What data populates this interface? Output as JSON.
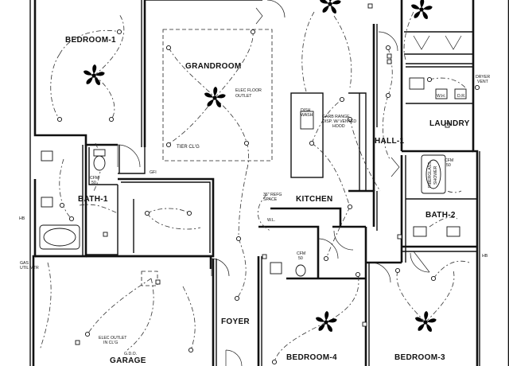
{
  "rooms": {
    "bedroom1": "BEDROOM-1",
    "grandroom": "GRANDROOM",
    "hall1": "HALL-1",
    "laundry": "LAUNDRY",
    "bath1": "BATH-1",
    "kitchen": "KITCHEN",
    "bath2": "BATH-2",
    "foyer": "FOYER",
    "garage": "GARAGE",
    "bedroom4": "BEDROOM-4",
    "bedroom3": "BEDROOM-3"
  },
  "notes": {
    "elec_floor_outlet_1": "ELEC FLOOR",
    "elec_floor_outlet_2": "OUTLET",
    "tier_clg": "TIER CL'G",
    "dish_wash_1": "DISH",
    "dish_wash_2": "WASH",
    "garb_range_1": "GARB RANGE",
    "garb_range_2": "DISP. W/ VENTED",
    "garb_range_3": "HOOD",
    "dryer_vent_1": "DRYER",
    "dryer_vent_2": "VENT",
    "wh": "W.H.",
    "dr": "D.R.",
    "refrig_1": "36\" REFG",
    "refrig_2": "SPACE",
    "wl": "W.L.",
    "gfi": "GFI",
    "cfm1_1": "CFM",
    "cfm1_2": "50",
    "cfm2_1": "CFM",
    "cfm2_2": "50",
    "cfm3_1": "CFM",
    "cfm3_2": "50",
    "hb_left": "HB",
    "hb_right": "HB",
    "gas_1": "GAS",
    "gas_2": "UTIL MTR",
    "elec_clg_1": "ELEC OUTLET",
    "elec_clg_2": "IN CL'G",
    "gdo": "G.D.O.",
    "fiberglass_1": "FIBERGLASS",
    "fiberglass_2": "SHOWER"
  }
}
